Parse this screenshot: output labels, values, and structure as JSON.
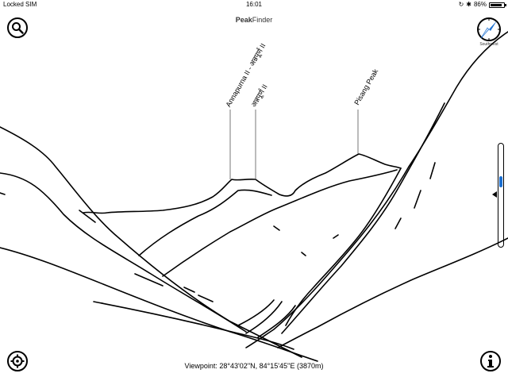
{
  "status_bar": {
    "carrier": "Locked SIM",
    "time": "16:01",
    "battery_percent_text": "86%",
    "battery_level": 0.86
  },
  "app": {
    "title_bold": "Peak",
    "title_rest": "Finder"
  },
  "compass": {
    "direction_label": "Southwest"
  },
  "peaks": [
    {
      "name": "Annapurna II - अन्नपूर्ण II"
    },
    {
      "name": "अन्नपूर्ण II"
    },
    {
      "name": "Pisang Peak"
    }
  ],
  "viewpoint": {
    "text": "Viewpoint: 28°43'02''N, 84°15'45''E (3870m)"
  },
  "zoom": {
    "level": 0.35
  },
  "icons": {
    "search": "search-icon",
    "locate": "locate-icon",
    "info": "info-icon",
    "compass": "compass-icon"
  }
}
